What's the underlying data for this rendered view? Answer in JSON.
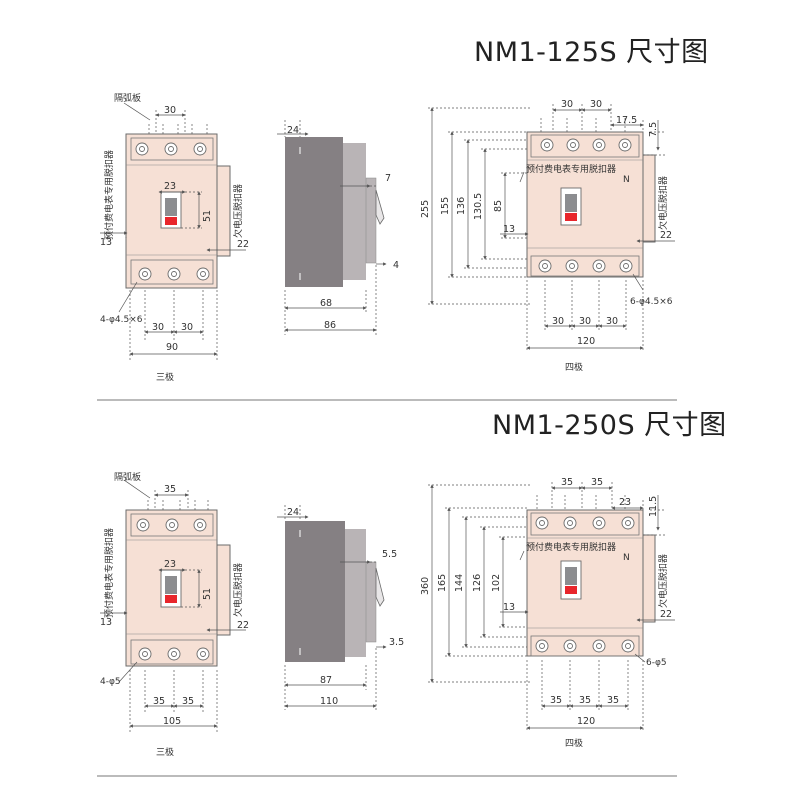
{
  "colors": {
    "body": "#f6e0d5",
    "outline": "#6b6b6b",
    "side_dark": "#858083",
    "side_light": "#b9b4b6",
    "handle_red": "#e8262c",
    "handle_dark": "#8c8d90",
    "line": "#555555"
  },
  "section_125": {
    "title": "NM1-125S 尺寸图",
    "arc_plate": "隔弧板",
    "prepaid_release": "预付费电表专用脱扣器",
    "undervoltage_release": "欠电压脱扣器",
    "three_pole": "三极",
    "four_pole": "四极",
    "front3": {
      "top_pitch": "30",
      "handle_w": "23",
      "handle_h": "51",
      "left_13": "13",
      "right_22": "22",
      "holes": "4-φ4.5×6",
      "pitch_a": "30",
      "pitch_b": "30",
      "width": "90"
    },
    "side": {
      "top": "24",
      "d7": "7",
      "d4": "4",
      "d68": "68",
      "d86": "86"
    },
    "front4": {
      "pitch_a": "30",
      "pitch_b": "30",
      "d175": "17.5",
      "d75": "7.5",
      "h255": "255",
      "h155": "155",
      "h136": "136",
      "h1305": "130.5",
      "h85": "85",
      "n": "N",
      "left_13": "13",
      "right_22": "22",
      "holes": "6-φ4.5×6",
      "b1": "30",
      "b2": "30",
      "b3": "30",
      "width": "120"
    }
  },
  "section_250": {
    "title": "NM1-250S 尺寸图",
    "arc_plate": "隔弧板",
    "prepaid_release": "预付费电表专用脱扣器",
    "undervoltage_release": "欠电压脱扣器",
    "three_pole": "三极",
    "four_pole": "四极",
    "front3": {
      "top_pitch": "35",
      "handle_w": "23",
      "handle_h": "51",
      "left_13": "13",
      "right_22": "22",
      "holes": "4-φ5",
      "pitch_a": "35",
      "pitch_b": "35",
      "width": "105"
    },
    "side": {
      "top": "24",
      "d55": "5.5",
      "d35": "3.5",
      "d87": "87",
      "d110": "110"
    },
    "front4": {
      "pitch_a": "35",
      "pitch_b": "35",
      "d23": "23",
      "d115": "11.5",
      "h360": "360",
      "h165": "165",
      "h144": "144",
      "h126": "126",
      "h102": "102",
      "n": "N",
      "left_13": "13",
      "right_22": "22",
      "holes": "6-φ5",
      "b1": "35",
      "b2": "35",
      "b3": "35",
      "width": "120"
    }
  }
}
